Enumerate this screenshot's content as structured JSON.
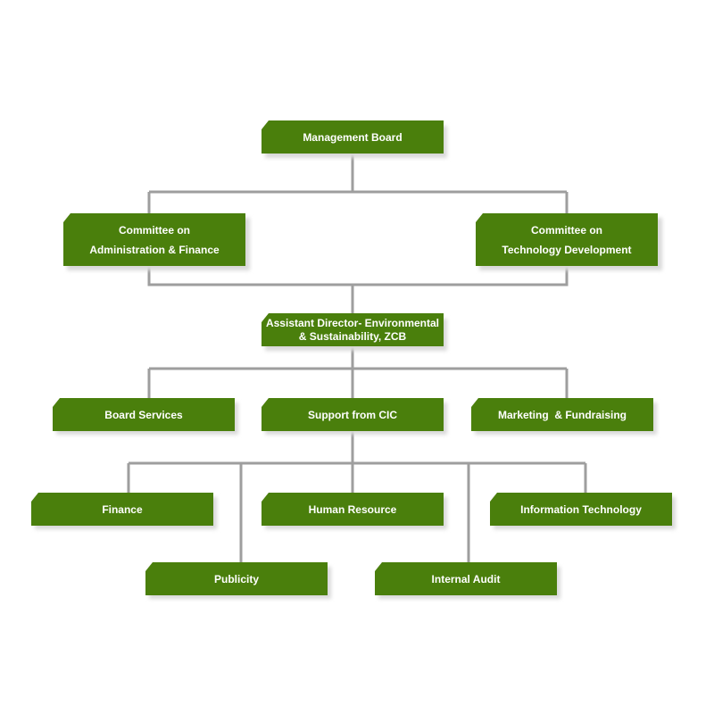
{
  "chart": {
    "management_board": "Management Board",
    "committee_admin": [
      "Committee on",
      "Administration & Finance"
    ],
    "committee_tech": [
      "Committee on",
      "Technology Development"
    ],
    "assistant_director": [
      "Assistant Director- Environmental",
      "& Sustainability, ZCB"
    ],
    "board_services": "Board Services",
    "support_cic": "Support from CIC",
    "marketing": "Marketing  & Fundraising",
    "finance": "Finance",
    "human_resource": "Human Resource",
    "information_technology": "Information Technology",
    "publicity": "Publicity",
    "internal_audit": "Internal Audit"
  },
  "colors": {
    "box": "#4a7f0c",
    "text": "#ffffff",
    "connector": "#9e9e9e"
  }
}
